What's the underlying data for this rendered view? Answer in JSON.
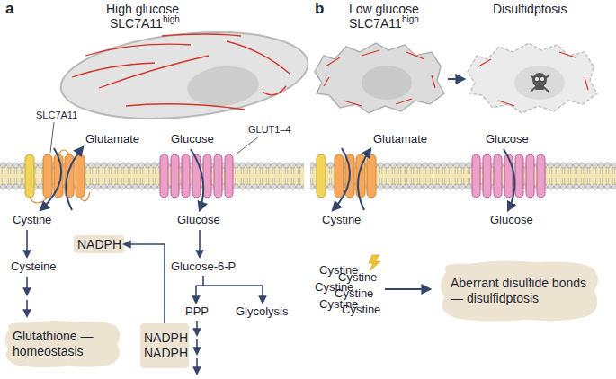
{
  "diagram": {
    "nodes": [
      {
        "text": [
          "NADPH"
        ]
      },
      {
        "text": [
          "Glutathione — homeostasis"
        ]
      },
      {
        "text": [
          "NADPH NADPH"
        ]
      },
      {
        "text": [
          "Aberrant disulfide bonds — disulfidptosis"
        ]
      }
    ],
    "edges": [
      {
        "from": 2,
        "to": 0,
        "arrow": "to"
      }
    ],
    "labels": [
      "a",
      "High glucose",
      "SLC7A11",
      "high",
      "b",
      "Low glucose",
      "SLC7A11",
      "high",
      "Disulfidptosis",
      "SLC7A11",
      "Glutamate",
      "Glucose",
      "GLUT1–4",
      "Glutamate",
      "Glucose",
      "Cystine",
      "Glucose",
      "Cystine",
      "Glucose",
      "Cysteine",
      "Glucose-6-P",
      "PPP",
      "Glycolysis",
      "Cystine",
      "Cystine",
      "Cystine",
      "Cystine",
      "Cystine",
      "Cystine"
    ]
  }
}
